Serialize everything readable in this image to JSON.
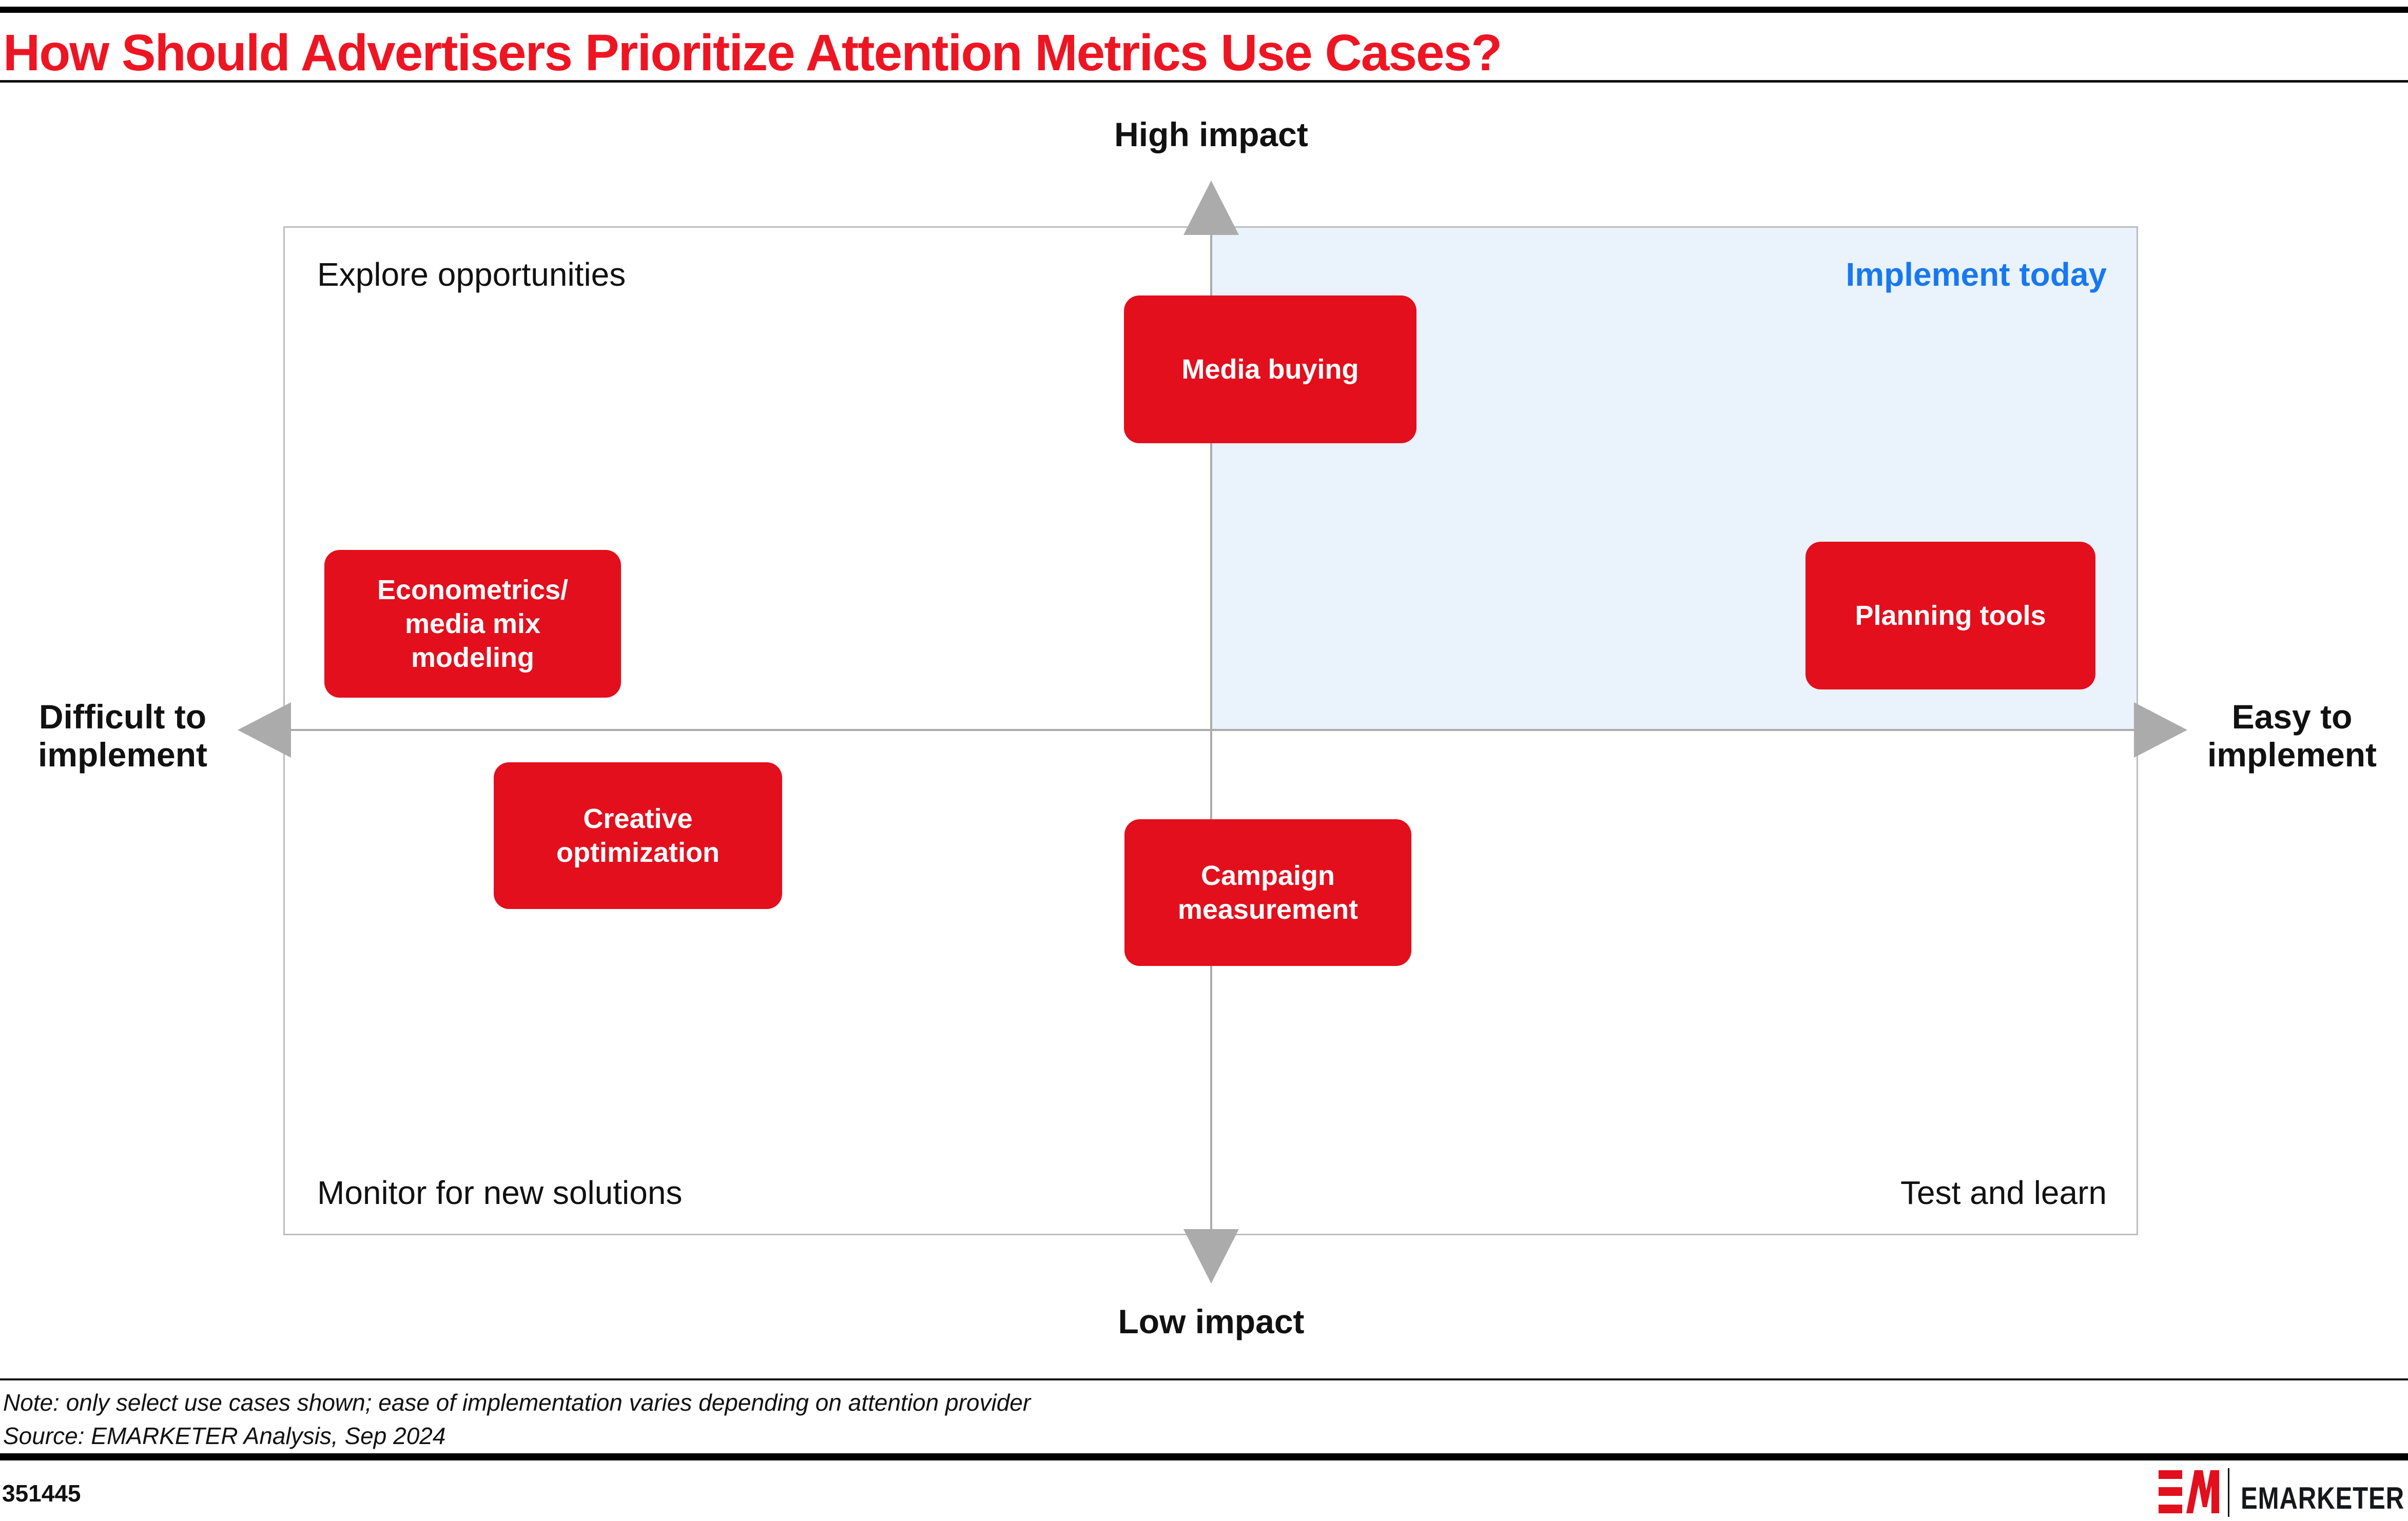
{
  "title": {
    "text": "How Should Advertisers Prioritize Attention Metrics Use Cases?"
  },
  "axes": {
    "top": "High impact",
    "bottom": "Low impact",
    "left": "Difficult to\nimplement",
    "right": "Easy to\nimplement"
  },
  "quadrants": {
    "top_left": "Explore opportunities",
    "top_right": "Implement today",
    "bottom_left": "Monitor for new solutions",
    "bottom_right": "Test and learn"
  },
  "use_cases": [
    {
      "label": "Media buying",
      "impact": "high",
      "ease": "center-slightly-easy"
    },
    {
      "label": "Econometrics/\nmedia mix\nmodeling",
      "impact": "medium-high",
      "ease": "difficult"
    },
    {
      "label": "Planning tools",
      "impact": "medium-high",
      "ease": "easy"
    },
    {
      "label": "Creative\noptimization",
      "impact": "medium-low",
      "ease": "difficult"
    },
    {
      "label": "Campaign\nmeasurement",
      "impact": "medium-low",
      "ease": "center"
    }
  ],
  "note": "Note: only select use cases shown; ease of implementation varies depending on attention provider",
  "source": "Source: EMARKETER Analysis, Sep 2024",
  "footer": {
    "chart_id": "351445",
    "brand": "EMARKETER"
  },
  "colors": {
    "title_red": "#ee1523",
    "box_red": "#e30f1d",
    "implement_blue": "#1778f0",
    "quadrant_blue_bg": "#eaf2fc",
    "axis_gray": "#ababab",
    "frame_gray": "#bdbdbd"
  }
}
